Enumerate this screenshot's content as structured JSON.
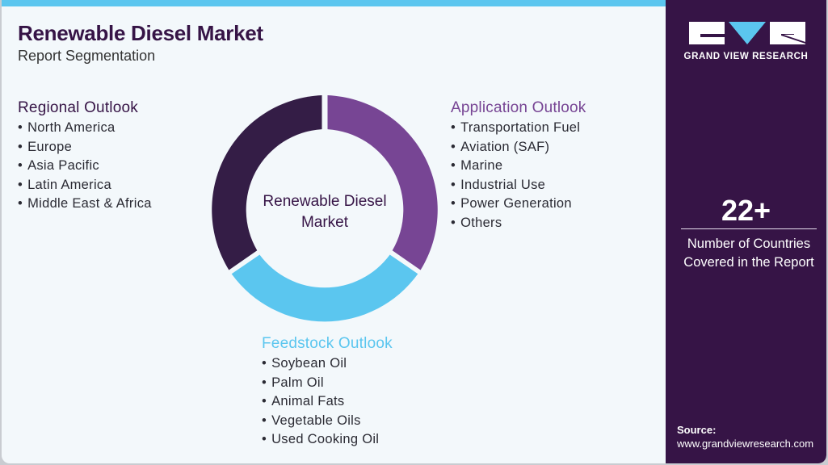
{
  "header": {
    "title": "Renewable Diesel Market",
    "subtitle": "Report Segmentation"
  },
  "brand": {
    "name": "GRAND VIEW RESEARCH",
    "logo_icon": "gvr-logo-icon",
    "colors": {
      "dark_purple": "#361446",
      "purple": "#774594",
      "light_blue": "#5bc6ef",
      "background": "#f3f8fb"
    }
  },
  "diagram": {
    "center_label_line1": "Renewable Diesel",
    "center_label_line2": "Market",
    "segments": [
      {
        "name": "Application Outlook",
        "color": "#774594"
      },
      {
        "name": "Feedstock Outlook",
        "color": "#5bc6ef"
      },
      {
        "name": "Regional Outlook",
        "color": "#341d46"
      }
    ]
  },
  "regional": {
    "title": "Regional Outlook",
    "items": [
      "North America",
      "Europe",
      "Asia Pacific",
      "Latin America",
      "Middle East & Africa"
    ]
  },
  "application": {
    "title": "Application Outlook",
    "items": [
      "Transportation Fuel",
      "Aviation (SAF)",
      "Marine",
      "Industrial Use",
      "Power Generation",
      "Others"
    ]
  },
  "feedstock": {
    "title": "Feedstock Outlook",
    "items": [
      "Soybean Oil",
      "Palm Oil",
      "Animal Fats",
      "Vegetable Oils",
      "Used Cooking Oil"
    ]
  },
  "stat": {
    "value": "22+",
    "label_line1": "Number of Countries",
    "label_line2": "Covered in the Report"
  },
  "source": {
    "label": "Source:",
    "url": "www.grandviewresearch.com"
  }
}
